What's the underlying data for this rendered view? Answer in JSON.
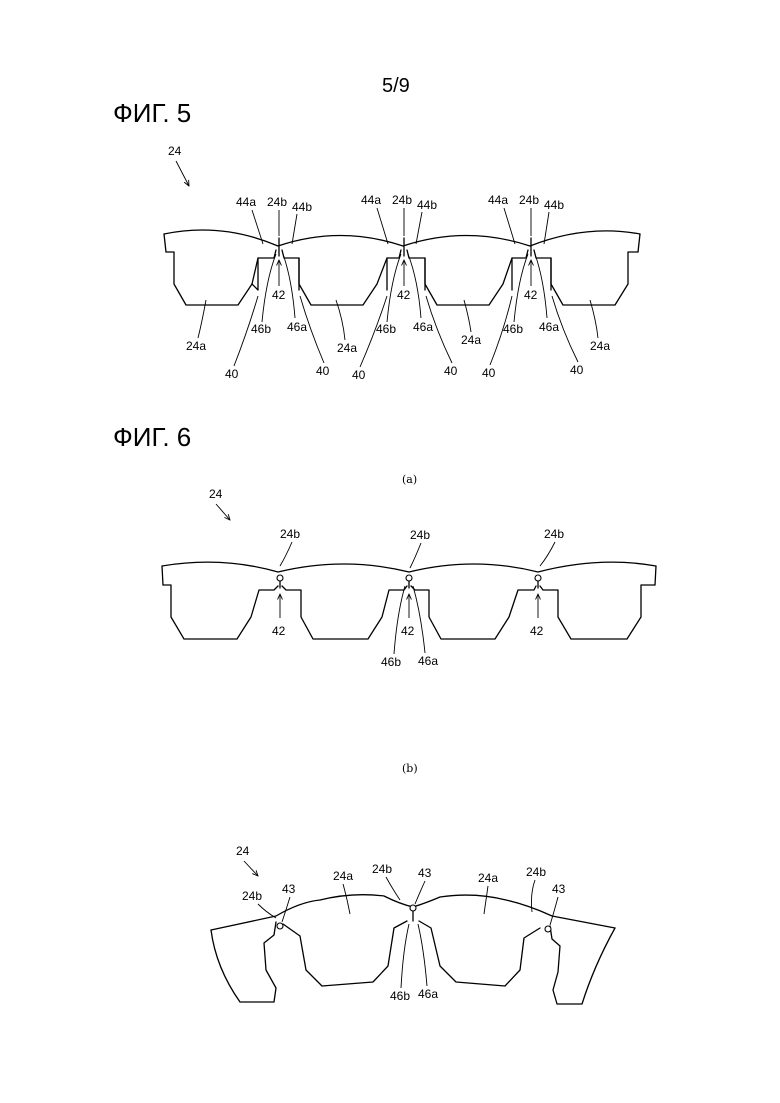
{
  "page_number": "5/9",
  "figure5": {
    "title": "ФИГ. 5",
    "ref_core": "24",
    "labels": {
      "tooth": "24a",
      "bridge": "24b",
      "face_a": "44a",
      "face_b": "44b",
      "gap": "42",
      "edge_b": "46b",
      "edge_a": "46a",
      "slot": "40"
    }
  },
  "figure6": {
    "title": "ФИГ. 6",
    "part_a": {
      "caption": "(a)",
      "ref_core": "24",
      "labels": {
        "bridge": "24b",
        "gap": "42",
        "edge_b": "46b",
        "edge_a": "46a"
      }
    },
    "part_b": {
      "caption": "(b)",
      "ref_core": "24",
      "labels": {
        "tooth": "24a",
        "bridge": "24b",
        "hole": "43",
        "edge_b": "46b",
        "edge_a": "46a"
      }
    }
  }
}
